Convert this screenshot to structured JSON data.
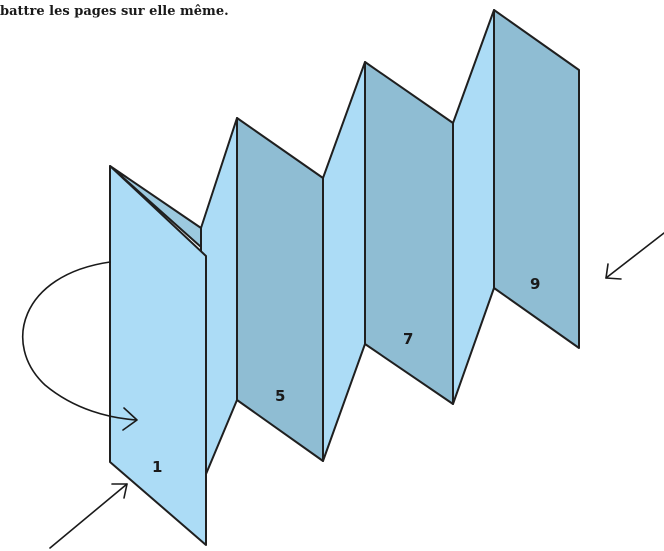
{
  "caption": "battre les pages sur elle même.",
  "page_numbers": [
    "1",
    "5",
    "7",
    "9"
  ],
  "colors": {
    "light_page": "#acdcf6",
    "dark_page": "#8fbdd3",
    "outline": "#1f1f1f"
  }
}
